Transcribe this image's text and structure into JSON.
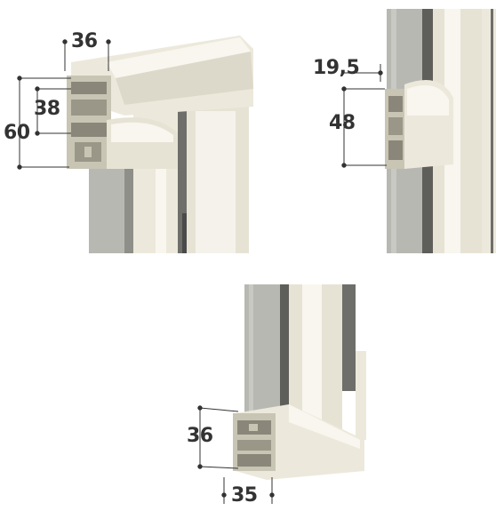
{
  "colors": {
    "profile_cream": "#ece9dc",
    "profile_shadow": "#c9c5b4",
    "profile_highlight": "#f8f6ee",
    "glass_gray": "#a9a9a4",
    "wall_gray": "#b8b8b3",
    "dark_seal": "#4a4a4a",
    "dimension_text": "#333333",
    "dimension_line": "#333333"
  },
  "panels": {
    "corner_profile": {
      "dims": {
        "width": "36",
        "inner_height": "38",
        "outer_height": "60"
      }
    },
    "slim_profile": {
      "dims": {
        "width": "19,5",
        "height": "48"
      }
    },
    "bottom_profile": {
      "dims": {
        "height": "36",
        "width": "35"
      }
    }
  }
}
